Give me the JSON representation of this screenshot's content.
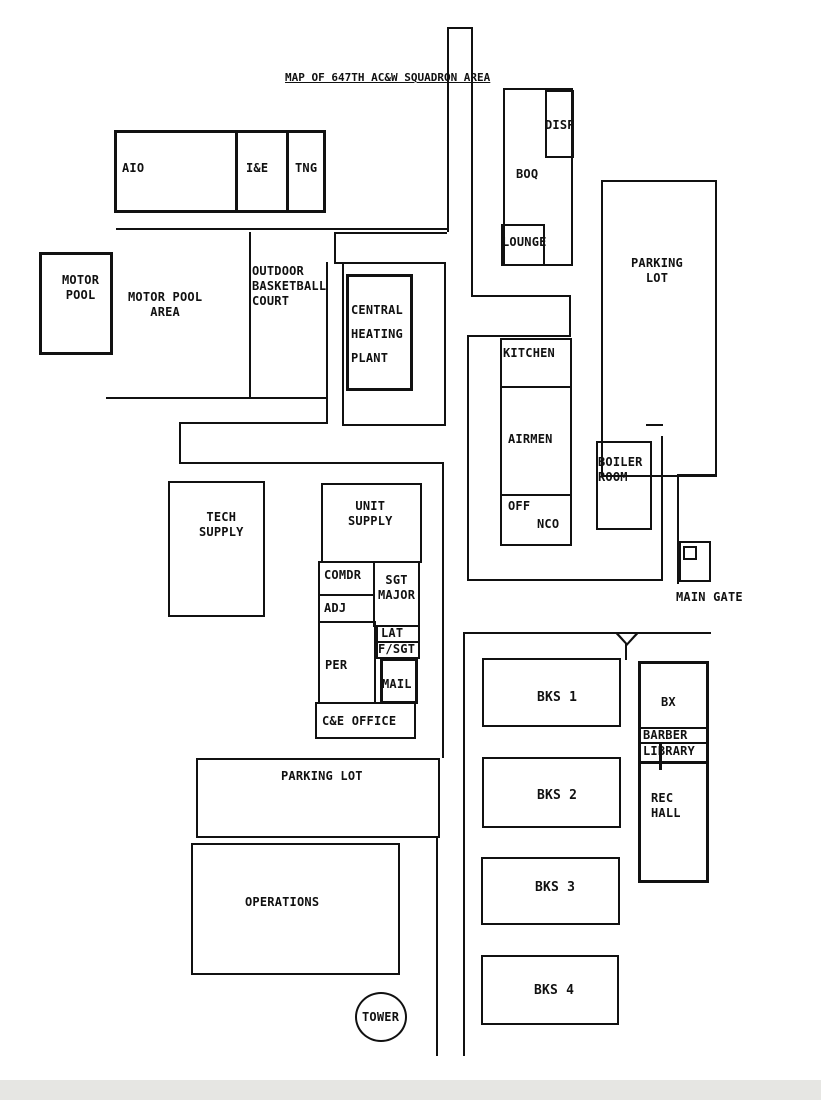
{
  "map": {
    "title": "MAP OF 647TH AC&W SQUADRON AREA",
    "labels": {
      "aio": "AIO",
      "ie": "I&E",
      "tng": "TNG",
      "disp": "DISP",
      "boq": "BOQ",
      "lounge": "LOUNGE",
      "parking_lot_east": "PARKING\nLOT",
      "motor_pool": "MOTOR\nPOOL",
      "motor_pool_area": "MOTOR POOL\nAREA",
      "outdoor_basketball_court": "OUTDOOR\nBASKETBALL\nCOURT",
      "central_heating_plant": "CENTRAL\nHEATING\nPLANT",
      "kitchen": "KITCHEN",
      "airmen": "AIRMEN",
      "off": "OFF",
      "nco": "NCO",
      "boiler_room": "BOILER\nROOM",
      "main_gate": "MAIN GATE",
      "tech_supply": "TECH\nSUPPLY",
      "unit_supply": "UNIT\nSUPPLY",
      "comdr": "COMDR",
      "sgt_major": "SGT\nMAJOR",
      "adj": "ADJ",
      "lat": "LAT",
      "f_sgt": "F/SGT",
      "per": "PER",
      "mail": "MAIL",
      "ce_office": "C&E OFFICE",
      "bks_1": "BKS 1",
      "bks_2": "BKS 2",
      "bks_3": "BKS 3",
      "bks_4": "BKS 4",
      "bx": "BX",
      "barber": "BARBER",
      "library": "LIBRARY",
      "rec_hall": "REC\nHALL",
      "parking_lot_south": "PARKING LOT",
      "operations": "OPERATIONS",
      "tower": "TOWER"
    }
  }
}
